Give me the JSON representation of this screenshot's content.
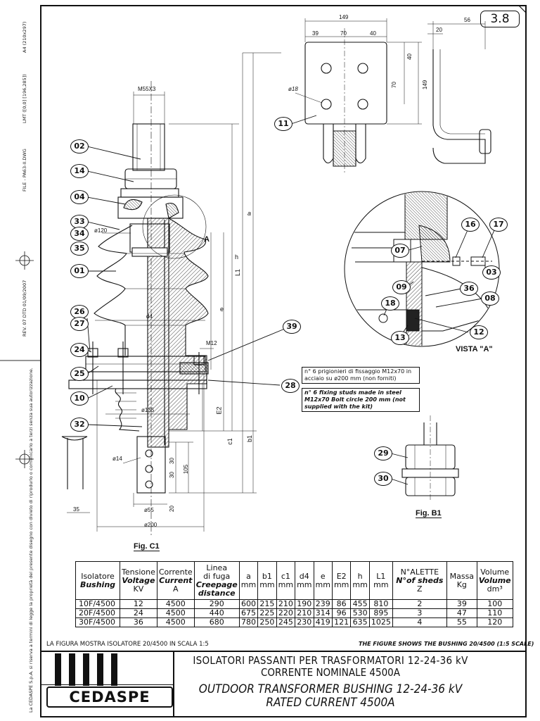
{
  "sheet": {
    "page_number": "3.8",
    "side_labels": [
      "A4 (210x297)",
      "LMT ([0,0] [196,285])",
      "FILE - PA63-II.DWG",
      "REV. 07 DTD 01/09/2007"
    ],
    "copyright": "La CEDASPE S.p.A. si riserva a termini di legge la proprietà del presente disegno con divieto di riprodurlo o comunicarlo a terzi senza sua autorizzazione."
  },
  "drawing": {
    "callouts": [
      "02",
      "14",
      "04",
      "33",
      "34",
      "35",
      "01",
      "26",
      "27",
      "24",
      "25",
      "10",
      "32",
      "11",
      "39",
      "28",
      "16",
      "17",
      "07",
      "03",
      "09",
      "36",
      "08",
      "18",
      "12",
      "13",
      "29",
      "30"
    ],
    "dims": {
      "m55": "M55X3",
      "d120": "ø120",
      "d4": "d4",
      "d135": "ø135",
      "d14": "ø14",
      "d55": "ø55",
      "d200": "ø200",
      "m12": "M12",
      "d18": "ø18",
      "a": "a",
      "b1": "b1",
      "c1": "c1",
      "e": "e",
      "h": "h",
      "l1": "L1",
      "e2": "E2",
      "v30a": "30",
      "v30b": "30",
      "v105": "105",
      "v20": "20",
      "v35": "35",
      "top149": "149",
      "top39": "39",
      "top70": "70",
      "top40": "40",
      "side40": "40",
      "side70": "70",
      "side149": "149",
      "top56": "56",
      "top20": "20"
    },
    "label_a": "A",
    "vista": "VISTA \"A\"",
    "fig_c1": "Fig. C1",
    "fig_b1": "Fig. B1",
    "note_it": "n° 6 prigionieri di fissaggio M12x70 in acciaio su ø200 mm (non forniti)",
    "note_en": "n° 6 fixing studs made in steel M12x70 Bolt circle 200 mm (not supplied with the kit)"
  },
  "table": {
    "headers": {
      "isolatore": "Isolatore",
      "bushing": "Bushing",
      "tensione": "Tensione",
      "voltage": "Voltage",
      "kv": "KV",
      "corrente": "Corrente",
      "current": "Current",
      "amp": "A",
      "linea": "Linea",
      "difuga": "di fuga",
      "creepage": "Creepage",
      "distance": "distance",
      "a": "a",
      "b1": "b1",
      "c1": "c1",
      "d4": "d4",
      "e": "e",
      "e2": "E2",
      "h": "h",
      "l1": "L1",
      "mm": "mm",
      "alette": "N°ALETTE",
      "sheds": "N°of sheds",
      "z": "Z",
      "massa": "Massa",
      "kg": "Kg",
      "volume_it": "Volume",
      "volume_en": "Volume",
      "dm3": "dm³"
    },
    "rows": [
      [
        "10F/4500",
        "12",
        "4500",
        "290",
        "600",
        "215",
        "210",
        "190",
        "239",
        "86",
        "455",
        "810",
        "2",
        "39",
        "100"
      ],
      [
        "20F/4500",
        "24",
        "4500",
        "440",
        "675",
        "225",
        "220",
        "210",
        "314",
        "96",
        "530",
        "895",
        "3",
        "47",
        "110"
      ],
      [
        "30F/4500",
        "36",
        "4500",
        "680",
        "780",
        "250",
        "245",
        "230",
        "419",
        "121",
        "635",
        "1025",
        "4",
        "55",
        "120"
      ]
    ],
    "note_left": "LA FIGURA MOSTRA ISOLATORE 20/4500 IN SCALA 1:5",
    "note_right": "THE FIGURE SHOWS THE BUSHING 20/4500 (1:5 SCALE)"
  },
  "title_block": {
    "line1": "ISOLATORI PASSANTI PER TRASFORMATORI 12-24-36 kV",
    "line2": "CORRENTE NOMINALE 4500A",
    "line3": "OUTDOOR TRANSFORMER BUSHING 12-24-36 kV",
    "line4": "RATED CURRENT 4500A",
    "logo": "CEDASPE"
  }
}
